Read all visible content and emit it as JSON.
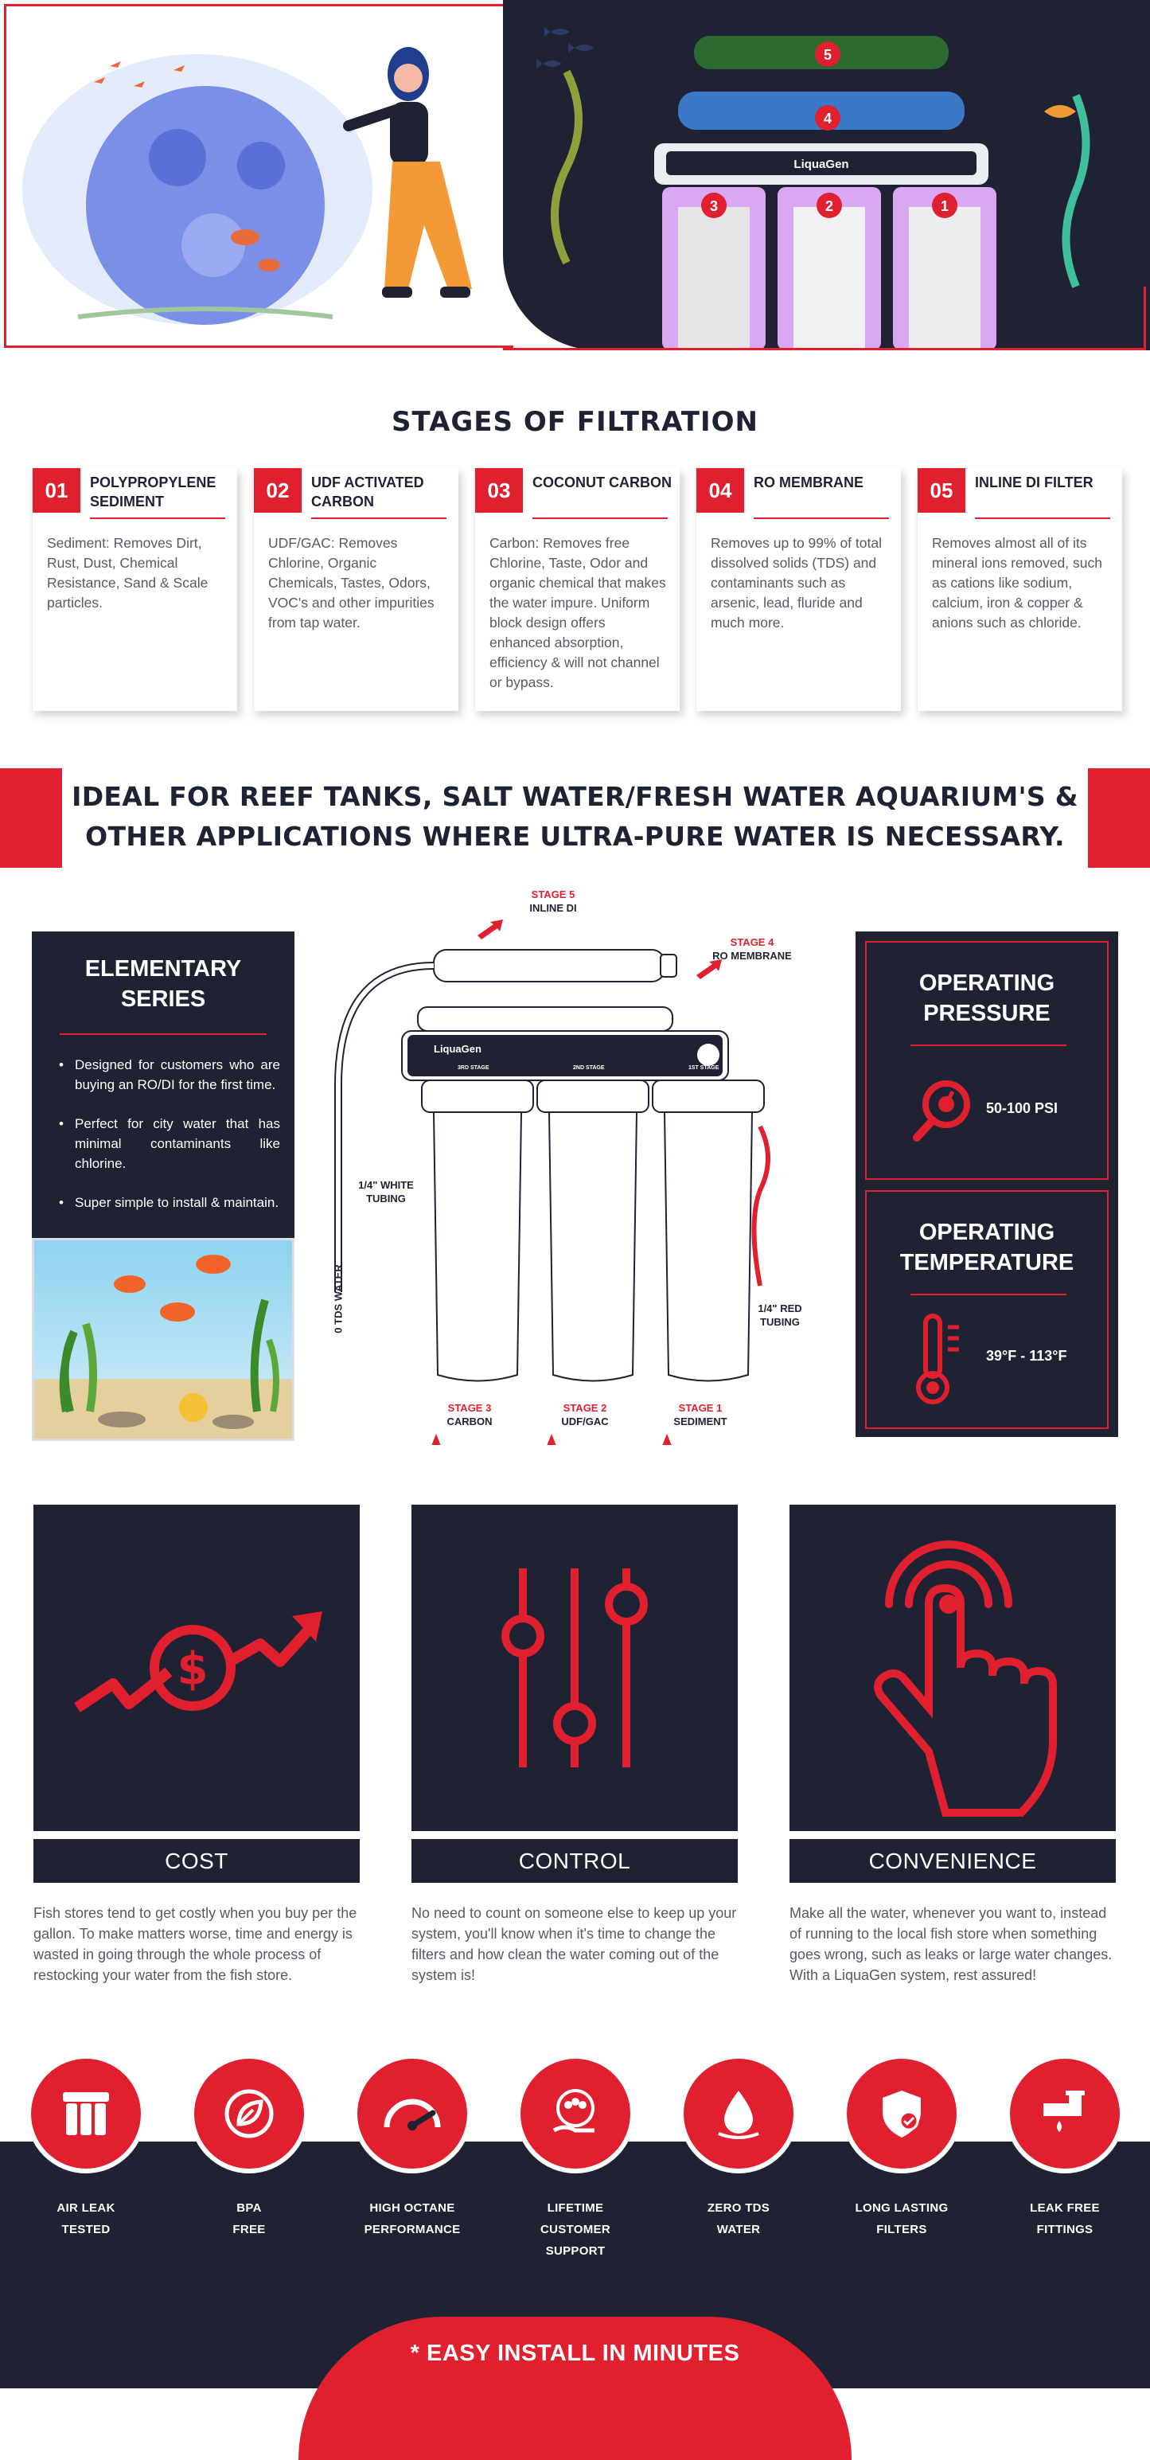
{
  "hero": {
    "brand": "LiquaGen",
    "stage_markers": [
      "5",
      "4",
      "3",
      "2",
      "1"
    ]
  },
  "stages": {
    "title": "STAGES OF FILTRATION",
    "items": [
      {
        "num": "01",
        "name": "POLYPROPYLENE SEDIMENT",
        "desc": "Sediment: Removes Dirt, Rust, Dust, Chemical Resistance, Sand & Scale particles."
      },
      {
        "num": "02",
        "name": "UDF ACTIVATED CARBON",
        "desc": "UDF/GAC: Removes Chlorine, Organic Chemicals, Tastes, Odors, VOC's and other impurities from tap water."
      },
      {
        "num": "03",
        "name": "COCONUT CARBON",
        "desc": "Carbon: Removes free Chlorine, Taste, Odor and organic chemical that makes the water impure. Uniform block design offers enhanced absorption, efficiency & will not channel or bypass."
      },
      {
        "num": "04",
        "name": "RO MEMBRANE",
        "desc": "Removes up to 99% of total dissolved solids (TDS) and contaminants such as arsenic, lead, fluride and much more."
      },
      {
        "num": "05",
        "name": "INLINE DI FILTER",
        "desc": "Removes almost all of its mineral ions removed, such as cations like sodium, calcium, iron & copper & anions such as chloride."
      }
    ]
  },
  "banner": {
    "line1": "IDEAL FOR REEF TANKS, SALT WATER/FRESH WATER AQUARIUM'S &",
    "line2": "OTHER APPLICATIONS WHERE ULTRA-PURE WATER IS NECESSARY."
  },
  "elementary": {
    "title_line1": "ELEMENTARY",
    "title_line2": "SERIES",
    "bullets": [
      "Designed for customers who are buying an RO/DI for the first time.",
      "Perfect for city water that has minimal contaminants like chlorine.",
      "Super simple to install & maintain."
    ]
  },
  "diagram": {
    "brand": "LiquaGen",
    "stage5": {
      "stage": "STAGE 5",
      "name": "INLINE DI"
    },
    "stage4": {
      "stage": "STAGE 4",
      "name": "RO MEMBRANE"
    },
    "stage3": {
      "stage": "STAGE 3",
      "name": "CARBON"
    },
    "stage2": {
      "stage": "STAGE 2",
      "name": "UDF/GAC"
    },
    "stage1": {
      "stage": "STAGE 1",
      "name": "SEDIMENT"
    },
    "white_tubing_1": "1/4\" WHITE",
    "white_tubing_2": "TUBING",
    "red_tubing_1": "1/4\" RED",
    "red_tubing_2": "TUBING",
    "tds_water": "0 TDS WATER",
    "housing_labels": [
      "3RD STAGE",
      "2ND STAGE",
      "1ST STAGE"
    ]
  },
  "operating": {
    "pressure_title_1": "OPERATING",
    "pressure_title_2": "PRESSURE",
    "pressure_value": "50-100 PSI",
    "temp_title_1": "OPERATING",
    "temp_title_2": "TEMPERATURE",
    "temp_value": "39°F - 113°F"
  },
  "benefits": [
    {
      "label": "COST",
      "icon": "dollar-trend-icon",
      "desc": "Fish stores tend to get costly when you buy per the gallon. To make matters worse, time and energy is wasted in going through the whole process of restocking your water from the fish store."
    },
    {
      "label": "CONTROL",
      "icon": "sliders-icon",
      "desc": "No need to count on someone else to keep up your system, you'll know when it's time to change the filters and how clean the water coming out of the system is!"
    },
    {
      "label": "CONVENIENCE",
      "icon": "touch-hand-icon",
      "desc": "Make all the water, whenever you want to, instead of running to the local fish store when something goes wrong, such as leaks or large water changes. With a LiquaGen system, rest assured!"
    }
  ],
  "features": [
    {
      "line1": "AIR LEAK",
      "line2": "TESTED",
      "line3": ""
    },
    {
      "line1": "BPA",
      "line2": "FREE",
      "line3": ""
    },
    {
      "line1": "HIGH OCTANE",
      "line2": "PERFORMANCE",
      "line3": ""
    },
    {
      "line1": "LIFETIME",
      "line2": "CUSTOMER",
      "line3": "SUPPORT"
    },
    {
      "line1": "ZERO TDS",
      "line2": "WATER",
      "line3": ""
    },
    {
      "line1": "LONG LASTING",
      "line2": "FILTERS",
      "line3": ""
    },
    {
      "line1": "LEAK FREE",
      "line2": "FITTINGS",
      "line3": ""
    }
  ],
  "install": "* EASY INSTALL IN MINUTES",
  "colors": {
    "navy": "#1e2233",
    "red": "#e0202f",
    "text_gray": "#555a66"
  }
}
